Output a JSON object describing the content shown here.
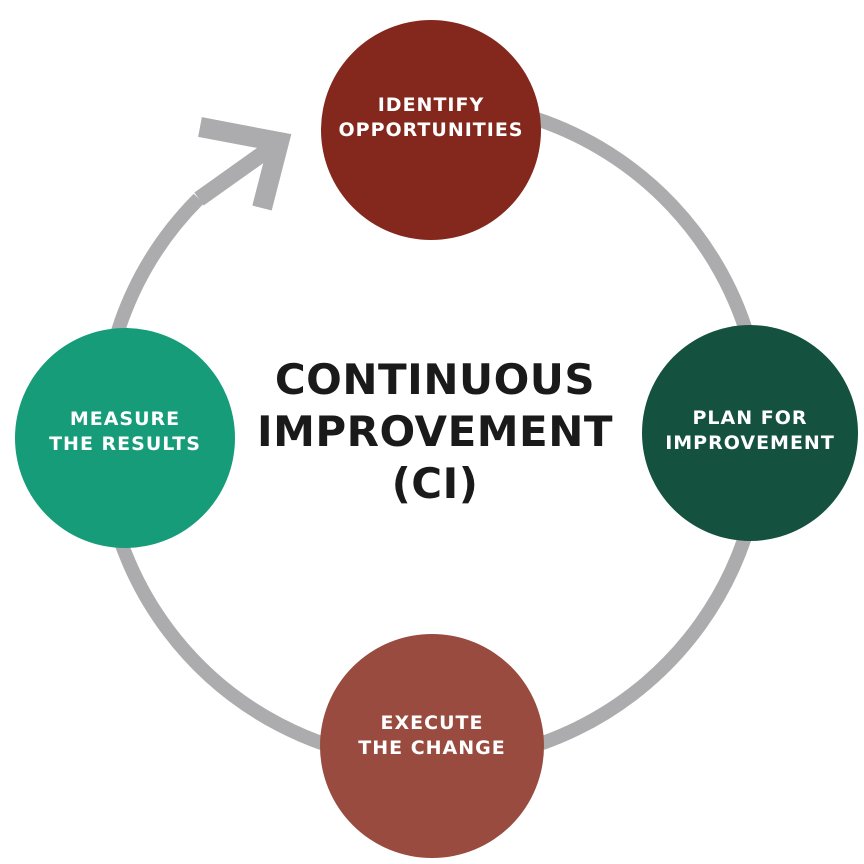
{
  "diagram": {
    "title": {
      "lines": [
        "CONTINUOUS",
        "IMPROVEMENT",
        "(CI)"
      ],
      "color": "#1A1A1A"
    },
    "ring": {
      "color": "#ACACAE",
      "arrow_icon": "clockwise-arrowhead-icon",
      "direction": "clockwise"
    },
    "background_color": "#FFFFFF",
    "label_text_color": "#FFFFFF",
    "steps": [
      {
        "name": "identify-opportunities",
        "lines": [
          "IDENTIFY",
          "OPPORTUNITIES"
        ],
        "color": "#84281E",
        "position": "top"
      },
      {
        "name": "plan-for-improvement",
        "lines": [
          "PLAN FOR",
          "IMPROVEMENT"
        ],
        "color": "#14523F",
        "position": "right"
      },
      {
        "name": "execute-the-change",
        "lines": [
          "EXECUTE",
          "THE CHANGE"
        ],
        "color": "#9A4B40",
        "position": "bottom"
      },
      {
        "name": "measure-the-results",
        "lines": [
          "MEASURE",
          "THE RESULTS"
        ],
        "color": "#169C79",
        "position": "left"
      }
    ]
  }
}
